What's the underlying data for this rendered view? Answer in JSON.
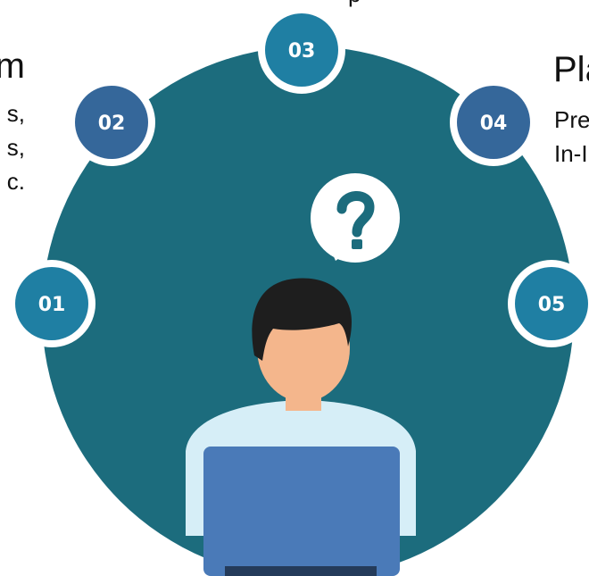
{
  "left_panel": {
    "title": "m",
    "lines": [
      "s,",
      "s,",
      "c."
    ]
  },
  "right_panel": {
    "title": "Pla",
    "lines": [
      "Pre",
      "In-I"
    ]
  },
  "top_fragment": "p",
  "steps": [
    {
      "label": "01",
      "color": "#1f7fa3"
    },
    {
      "label": "02",
      "color": "#35679a"
    },
    {
      "label": "03",
      "color": "#1f7fa3"
    },
    {
      "label": "04",
      "color": "#35679a"
    },
    {
      "label": "05",
      "color": "#1f7fa3"
    }
  ],
  "center_icon": "question-mark-speech-bubble-icon",
  "figure": "person-at-laptop",
  "colors": {
    "big_circle": "#1c6c7d",
    "step_ring": "#ffffff",
    "shirt": "#d6eef7",
    "laptop": "#4a7ab8",
    "skin": "#f4b68c",
    "hair": "#1e1e1e"
  }
}
